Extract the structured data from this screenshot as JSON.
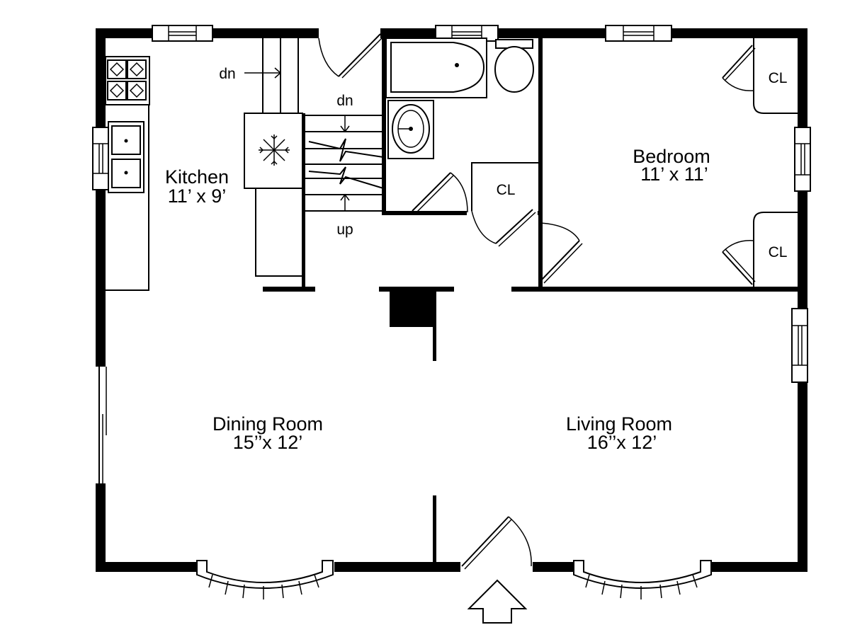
{
  "rooms": {
    "kitchen": {
      "name": "Kitchen",
      "size": "11’ x 9’"
    },
    "bedroom": {
      "name": "Bedroom",
      "size": "11’ x 11’"
    },
    "dining": {
      "name": "Dining Room",
      "size": "15’’x 12’"
    },
    "living": {
      "name": "Living Room",
      "size": "16’’x 12’"
    }
  },
  "closets": {
    "label": "CL"
  },
  "stairs": {
    "down_label": "dn",
    "down_label_2": "dn",
    "up_label": "up"
  }
}
